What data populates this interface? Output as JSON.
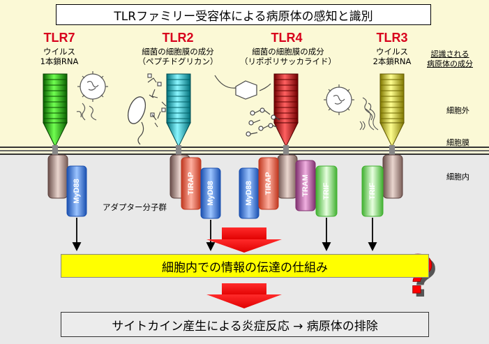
{
  "title": "TLRファミリー受容体による病原体の感知と識別",
  "receptors": [
    {
      "name": "TLR7",
      "ligand_line1": "ウイルス",
      "ligand_line2": "1本鎖RNA",
      "color": "#19c000"
    },
    {
      "name": "TLR2",
      "ligand_line1": "細菌の細胞膜の成分",
      "ligand_line2": "（ペプチドグリカン）",
      "color": "#10c4d0"
    },
    {
      "name": "TLR4",
      "ligand_line1": "細菌の細胞膜の成分",
      "ligand_line2": "（リポポリサッカライド）",
      "color": "#e00000"
    },
    {
      "name": "TLR3",
      "ligand_line1": "ウイルス",
      "ligand_line2": "2本鎖RNA",
      "color": "#e8e000"
    }
  ],
  "side_labels": {
    "recognized_line1": "認識される",
    "recognized_line2": "病原体の成分",
    "extracellular": "細胞外",
    "membrane": "細胞膜",
    "intracellular": "細胞内"
  },
  "adaptor_group_label": "アダプター分子群",
  "adaptors": {
    "myd88": "MyD88",
    "tirap": "TIRAP",
    "tram": "TRAM",
    "trif": "TRIF"
  },
  "adaptor_colors": {
    "myd88": "#3a7de0",
    "tirap": "#f06a50",
    "tram": "#c060b0",
    "trif": "#7de860"
  },
  "signal_box": "細胞内での情報の伝達の仕組み",
  "result_box": "サイトカイン産生による炎症反応 → 病原体の排除",
  "question_mark": "?"
}
